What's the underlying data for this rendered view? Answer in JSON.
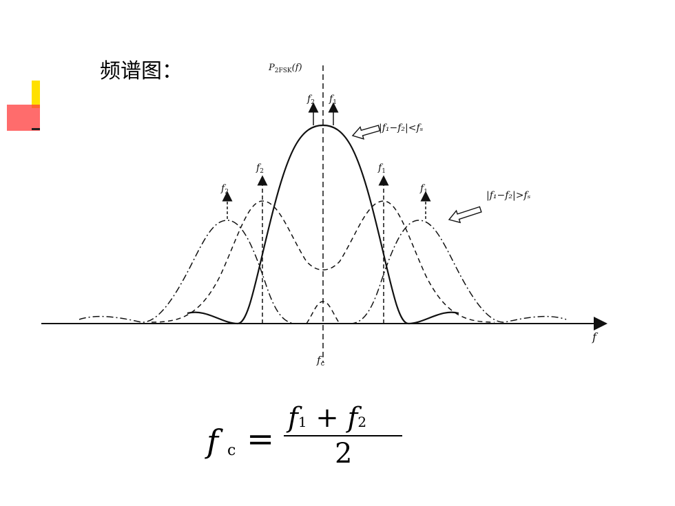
{
  "title": "频谱图：",
  "diagram": {
    "y_axis_label": "P",
    "y_axis_label_sub": "2FSK",
    "y_axis_label_arg": "(f)",
    "x_axis_label": "f",
    "center_label": "f",
    "center_label_sub": "c",
    "impulse_f2": "f",
    "impulse_f2_sub": "2",
    "impulse_f1": "f",
    "impulse_f1_sub": "1",
    "annotation_less": "|f₁−f₂|<fₛ",
    "annotation_greater": "|f₁−f₂|>fₛ"
  },
  "formula": {
    "lhs": "f",
    "lhs_sub": "c",
    "equals": "=",
    "num_f1": "f",
    "num_f1_sub": "1",
    "plus": "+",
    "num_f2": "f",
    "num_f2_sub": "2",
    "denominator": "2"
  }
}
